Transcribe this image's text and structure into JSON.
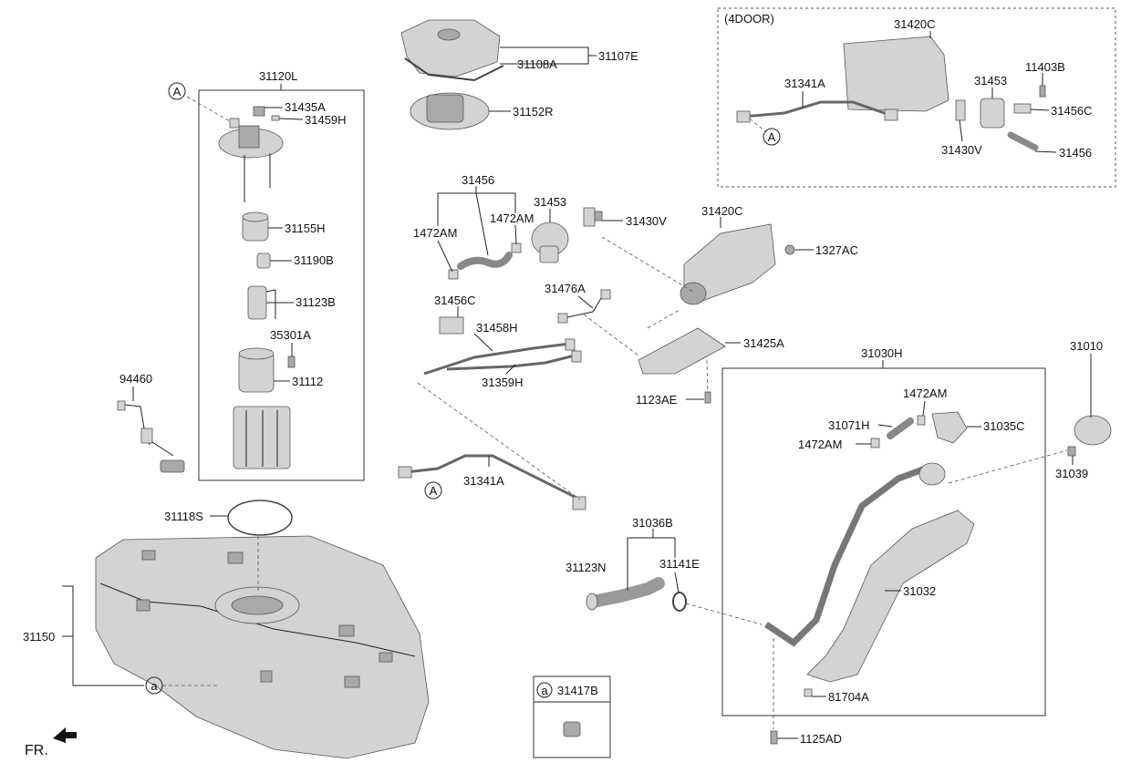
{
  "labels": {
    "p31120L": "31120L",
    "p31435A": "31435A",
    "p31459H": "31459H",
    "p31155H": "31155H",
    "p31190B": "31190B",
    "p31123B": "31123B",
    "p35301A": "35301A",
    "p31112": "31112",
    "p94460": "94460",
    "p31118S": "31118S",
    "p31150": "31150",
    "p31107E": "31107E",
    "p31108A": "31108A",
    "p31152R": "31152R",
    "p31456_top": "31456",
    "p1472AM_left": "1472AM",
    "p1472AM_mid": "1472AM",
    "p31453": "31453",
    "p31430V": "31430V",
    "p31420C": "31420C",
    "p1327AC": "1327AC",
    "p31456C": "31456C",
    "p31476A": "31476A",
    "p31458H": "31458H",
    "p31359H": "31359H",
    "p31425A": "31425A",
    "p1123AE": "1123AE",
    "p31341A": "31341A",
    "p31036B": "31036B",
    "p31123N": "31123N",
    "p31141E": "31141E",
    "p31417B": "31417B",
    "p31030H": "31030H",
    "p1472AM_r1": "1472AM",
    "p31071H": "31071H",
    "p31035C": "31035C",
    "p1472AM_r2": "1472AM",
    "p31032": "31032",
    "p81704A": "81704A",
    "p1125AD": "1125AD",
    "p31010": "31010",
    "p31039": "31039",
    "door_title": "(4DOOR)",
    "door_31420C": "31420C",
    "door_31341A": "31341A",
    "door_31453": "31453",
    "door_11403B": "11403B",
    "door_31456C": "31456C",
    "door_31430V": "31430V",
    "door_31456": "31456",
    "fr": "FR."
  },
  "circle_refs": {
    "a_left": "A",
    "a_mid": "A",
    "a_door": "A",
    "small_a_tank": "a",
    "small_a_box": "a"
  }
}
